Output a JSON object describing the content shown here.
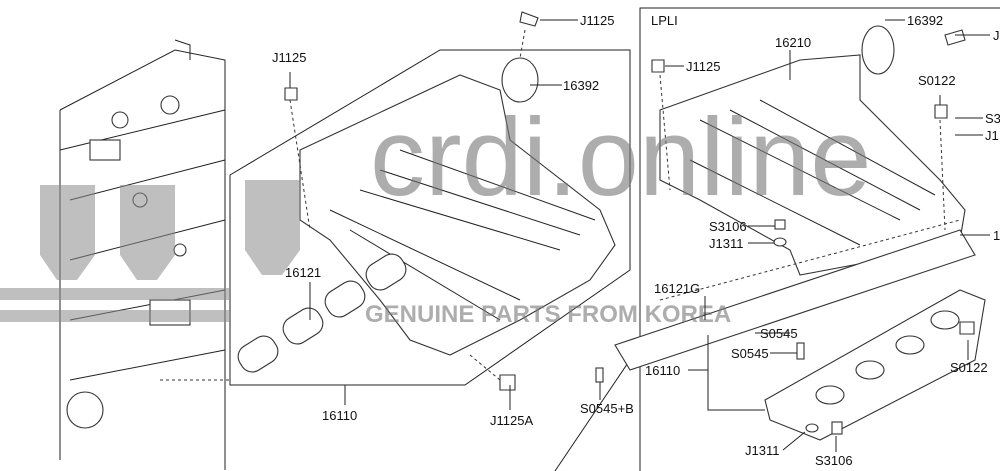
{
  "diagram": {
    "section_label": "LPLI",
    "left_callouts": {
      "bolt_top": "J1125",
      "bolt_left": "J1125",
      "ring": "16392",
      "gasket": "16121",
      "manifold": "16110",
      "bolt_bottom": "J1125A"
    },
    "right_callouts": {
      "ring": "16392",
      "bolt_top_cut": "J",
      "intake": "16210",
      "bolt_left": "J1125",
      "bolt_s0122_top": "S0122",
      "nut_cut": "S3",
      "washer_cut": "J1",
      "nut_s3106": "S3106",
      "washer_j1311": "J1311",
      "gasket_cut": "1",
      "gasket": "16121G",
      "stud_a": "S0545",
      "stud_b": "S0545",
      "manifold": "16110",
      "stud_c": "S0545+B",
      "bolt_s0122_bottom": "S0122",
      "washer_bottom": "J1311",
      "nut_bottom": "S3106"
    }
  },
  "watermark": {
    "site": "crdi.online",
    "tagline": "GENUINE PARTS FROM KOREA"
  }
}
